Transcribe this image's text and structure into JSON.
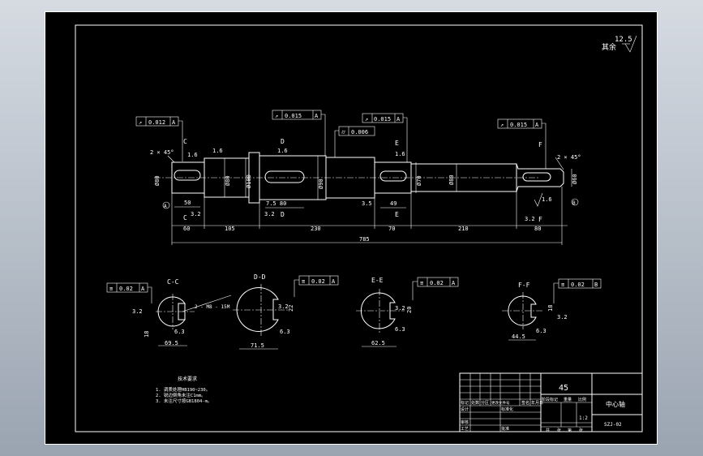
{
  "roughness_general": {
    "prefix": "其余",
    "value": "12.5"
  },
  "gdt": {
    "runout_c": {
      "symbol": "↗",
      "value": "0.012",
      "datum": "A"
    },
    "runout_d": {
      "symbol": "↗",
      "value": "0.015",
      "datum": "A"
    },
    "runout_e": {
      "symbol": "↗",
      "value": "0.015",
      "datum": "A"
    },
    "runout_f": {
      "symbol": "↗",
      "value": "0.015",
      "datum": "A"
    },
    "cyl_mid": {
      "symbol": "⌭",
      "value": "0.006"
    },
    "sym_cc": {
      "symbol": "≡",
      "value": "0.02",
      "datum": "A"
    },
    "sym_dd": {
      "symbol": "≡",
      "value": "0.02",
      "datum": "A"
    },
    "sym_ee": {
      "symbol": "≡",
      "value": "0.02",
      "datum": "A"
    },
    "sym_ff": {
      "symbol": "≡",
      "value": "0.02",
      "datum": "B"
    }
  },
  "main_view": {
    "chamfer_left": "2 × 45°",
    "chamfer_right": "2 × 45°",
    "section_letters": {
      "c": "C",
      "d": "D",
      "e": "E",
      "f": "F"
    },
    "rough": {
      "r1": "1.6",
      "r2": "1.6",
      "r3": "1.6",
      "r4": "1.6",
      "r5": "3.2",
      "r6": "3.2",
      "r7": "1.6",
      "r8": "3.2"
    },
    "diameters": {
      "d1": "Ø80",
      "d2": "Ø80",
      "d3": "Ø100",
      "d4": "Ø90",
      "d5": "Ø70",
      "d6": "Ø80",
      "d7": "Ø60"
    },
    "key_dims": {
      "k1": "50",
      "k2": "7.5 80",
      "k3": "3.5",
      "k4": "49"
    },
    "lengths": {
      "l1": "60",
      "l2": "105",
      "l3": "230",
      "l4": "70",
      "l5": "210",
      "l6": "80"
    },
    "total": "785",
    "datum_a": "A",
    "datum_b": "B"
  },
  "sections": {
    "cc": {
      "label": "C-C",
      "width": "69.5",
      "height": "18",
      "rough1": "3.2",
      "rough2": "6.3",
      "hole": "2 - M8 - 15M"
    },
    "dd": {
      "label": "D-D",
      "width": "71.5",
      "key": "22",
      "rough1": "3.2",
      "rough2": "6.3"
    },
    "ee": {
      "label": "E-E",
      "width": "62.5",
      "key": "20",
      "rough1": "3.2",
      "rough2": "6.3"
    },
    "ff": {
      "label": "F-F",
      "width": "44.5",
      "key": "18",
      "rough1": "3.2",
      "rough2": "6.3"
    }
  },
  "notes": {
    "title": "技术要求",
    "lines": [
      "1. 调质处理HB190~230。",
      "2. 锐边倒角未注C1mm。",
      "3. 未注尺寸按GB1804-m。"
    ]
  },
  "titleblock": {
    "material": "45",
    "part_name": "中心轴",
    "drawing_no": "SZJ-02",
    "scale": "1:2",
    "row_labels": [
      "标记",
      "处数",
      "分区",
      "更改文件号",
      "签名",
      "年月日"
    ],
    "side_labels": [
      "设计",
      "审核",
      "工艺"
    ],
    "mid_labels": [
      "标准化",
      "批准"
    ],
    "right_labels": [
      "阶段标记",
      "重量",
      "比例"
    ],
    "bottom_labels": [
      "共",
      "张",
      "第",
      "张"
    ]
  }
}
